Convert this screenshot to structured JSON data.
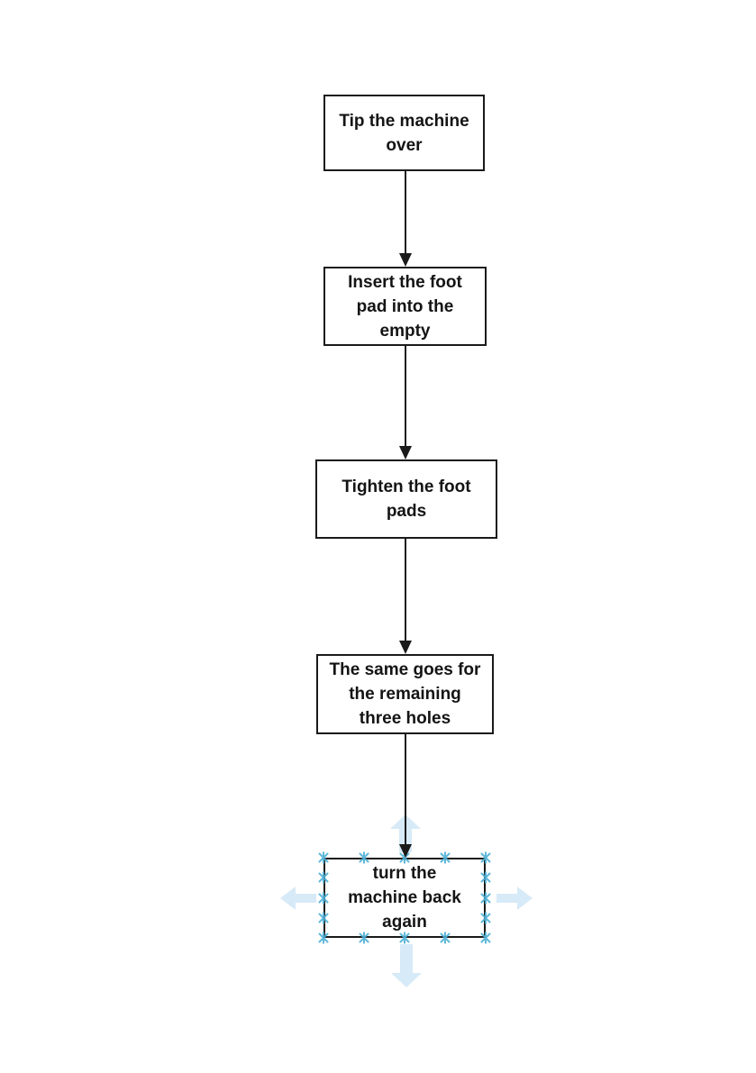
{
  "flowchart": {
    "nodes": [
      {
        "id": "step-1",
        "label": "Tip the machine\nover",
        "selected": false
      },
      {
        "id": "step-2",
        "label": "Insert the foot\npad into the\nempty",
        "selected": false
      },
      {
        "id": "step-3",
        "label": "Tighten the foot\npads",
        "selected": false
      },
      {
        "id": "step-4",
        "label": "The same goes for\nthe remaining\nthree holes",
        "selected": false
      },
      {
        "id": "step-5",
        "label": "turn the\nmachine back\nagain",
        "selected": true
      }
    ],
    "connectors": [
      {
        "from": "step-1",
        "to": "step-2",
        "arrow": "down"
      },
      {
        "from": "step-2",
        "to": "step-3",
        "arrow": "down"
      },
      {
        "from": "step-3",
        "to": "step-4",
        "arrow": "down"
      },
      {
        "from": "step-4",
        "to": "step-5",
        "arrow": "down"
      }
    ],
    "colors": {
      "node_border": "#1a1a1a",
      "node_fill": "#ffffff",
      "text": "#141414",
      "connector": "#1a1a1a",
      "selection_handle": "#4fb0d6",
      "autoconnect_arrow": "#d7eaf7"
    }
  }
}
